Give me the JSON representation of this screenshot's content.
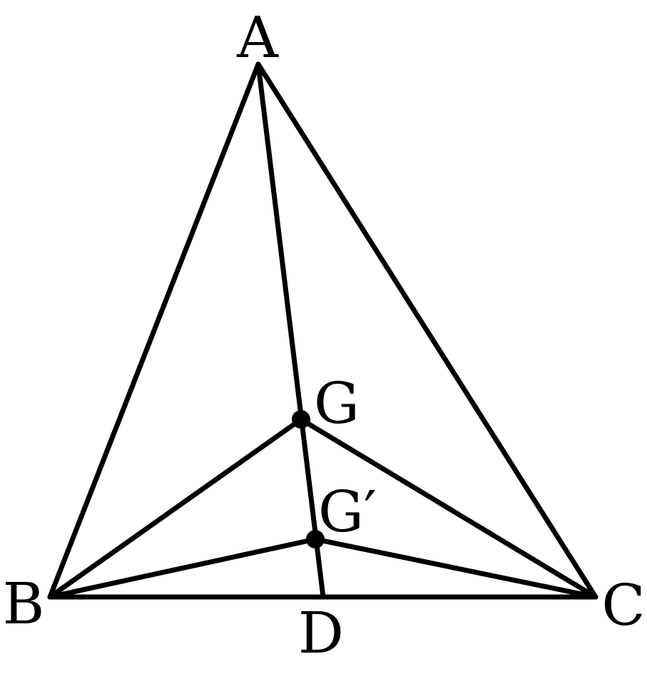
{
  "diagram": {
    "labels": {
      "A": "A",
      "B": "B",
      "C": "C",
      "D": "D",
      "G": "G",
      "G_prime": "G′"
    },
    "colors": {
      "stroke": "#000000",
      "background": "#ffffff"
    }
  }
}
